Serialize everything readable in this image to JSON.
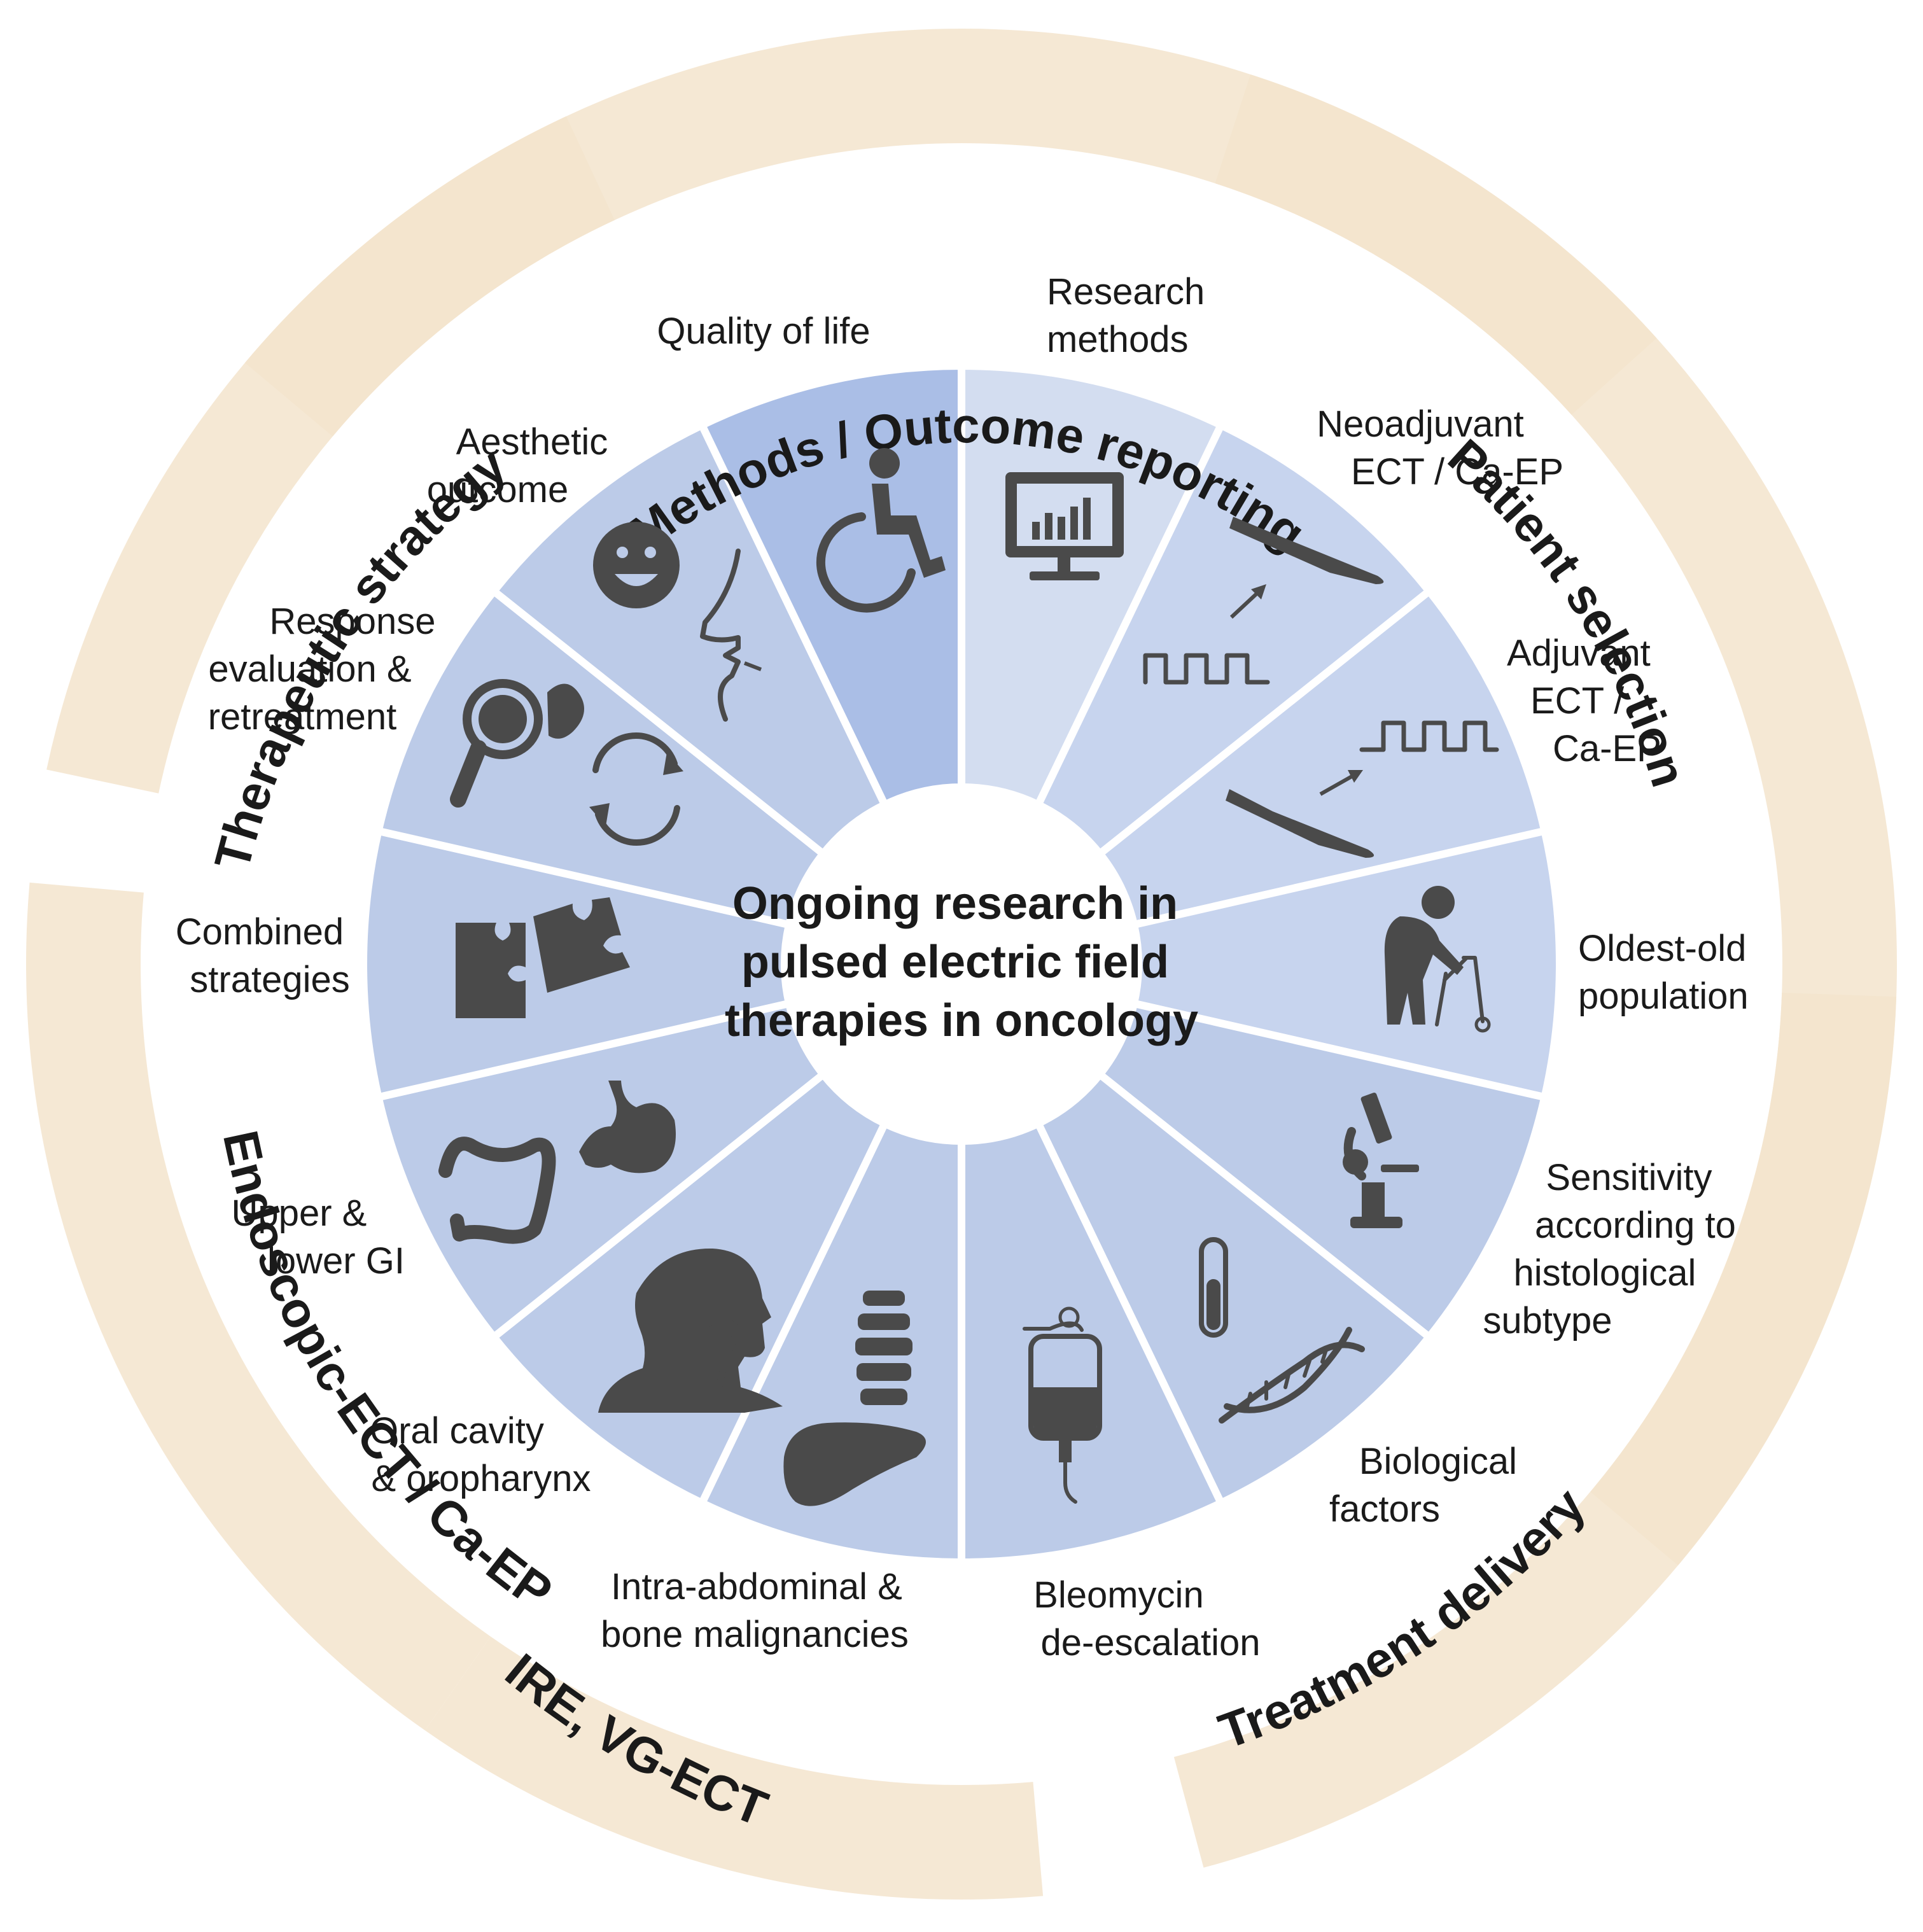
{
  "center": {
    "lines": [
      "Ongoing research in",
      "pulsed electric field",
      "therapies in oncology"
    ]
  },
  "colors": {
    "outer_ring": "#f3e4cc",
    "segment_base": "#bccbe8",
    "segment_light": "#d3ddf0",
    "segment_dark": "#aabee6",
    "icon": "#4a4a4a",
    "divider": "#ffffff"
  },
  "outer_ring": [
    {
      "label": "Methods / Outcome reporting"
    },
    {
      "label": "Patient selection"
    },
    {
      "label": "Treatment delivery"
    },
    {
      "label": "IRE, VG-ECT"
    },
    {
      "label": "Endoscopic-ECT / Ca-EP"
    },
    {
      "label": "Therapeutic strategy"
    }
  ],
  "segments": [
    {
      "lines": [
        "Research",
        "methods"
      ],
      "icon": "monitor-chart-icon"
    },
    {
      "lines": [
        "Neoadjuvant",
        "ECT / Ca-EP"
      ],
      "icon": "scalpel-pulse-icon"
    },
    {
      "lines": [
        "Adjuvant",
        "ECT /",
        "Ca-EP"
      ],
      "icon": "pulse-scalpel-icon"
    },
    {
      "lines": [
        "Oldest-old",
        "population"
      ],
      "icon": "elderly-walker-icon"
    },
    {
      "lines": [
        "Sensitivity",
        "according to",
        "histological",
        "subtype"
      ],
      "icon": "microscope-icon"
    },
    {
      "lines": [
        "Biological",
        "factors"
      ],
      "icon": "test-tube-dna-icon"
    },
    {
      "lines": [
        "Bleomycin",
        "de-escalation"
      ],
      "icon": "iv-bag-icon"
    },
    {
      "lines": [
        "Intra-abdominal &",
        "bone malignancies"
      ],
      "icon": "spine-liver-icon"
    },
    {
      "lines": [
        "Oral cavity",
        "& oropharynx"
      ],
      "icon": "head-throat-icon"
    },
    {
      "lines": [
        "Upper &",
        "lower GI"
      ],
      "icon": "colon-stomach-icon"
    },
    {
      "lines": [
        "Combined",
        "strategies"
      ],
      "icon": "puzzle-icon"
    },
    {
      "lines": [
        "Response",
        "evaluation &",
        "retreatment"
      ],
      "icon": "magnifier-cycle-icon"
    },
    {
      "lines": [
        "Aesthetic",
        "outcome"
      ],
      "icon": "face-profile-icon"
    },
    {
      "lines": [
        "Quality of life"
      ],
      "icon": "wheelchair-icon"
    }
  ]
}
